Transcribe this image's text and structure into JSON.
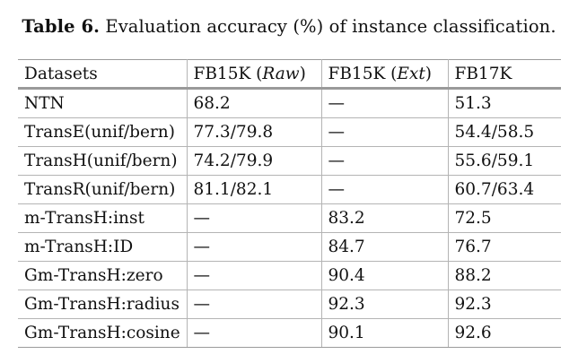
{
  "caption": {
    "label": "Table 6.",
    "text": "Evaluation accuracy (%) of instance classification."
  },
  "table": {
    "headers": [
      {
        "main": "Datasets",
        "italic": ""
      },
      {
        "main": "FB15K (",
        "italic": "Raw",
        "close": ")"
      },
      {
        "main": "FB15K (",
        "italic": "Ext",
        "close": ")"
      },
      {
        "main": "FB17K",
        "italic": ""
      }
    ],
    "rows": [
      {
        "model": "NTN",
        "raw": "68.2",
        "ext": "—",
        "fb17k": "51.3"
      },
      {
        "model": "TransE(unif/bern)",
        "raw": "77.3/79.8",
        "ext": "—",
        "fb17k": "54.4/58.5"
      },
      {
        "model": "TransH(unif/bern)",
        "raw": "74.2/79.9",
        "ext": "—",
        "fb17k": "55.6/59.1"
      },
      {
        "model": "TransR(unif/bern)",
        "raw": "81.1/82.1",
        "ext": "—",
        "fb17k": "60.7/63.4"
      },
      {
        "model": "m-TransH:inst",
        "raw": "—",
        "ext": "83.2",
        "fb17k": "72.5"
      },
      {
        "model": "m-TransH:ID",
        "raw": "—",
        "ext": "84.7",
        "fb17k": "76.7"
      },
      {
        "model": "Gm-TransH:zero",
        "raw": "—",
        "ext": "90.4",
        "fb17k": "88.2"
      },
      {
        "model": "Gm-TransH:radius",
        "raw": "—",
        "ext": "92.3",
        "fb17k": "92.3",
        "bold": "ext"
      },
      {
        "model": "Gm-TransH:cosine",
        "raw": "—",
        "ext": "90.1",
        "fb17k": "92.6",
        "bold": "fb17k"
      }
    ]
  }
}
